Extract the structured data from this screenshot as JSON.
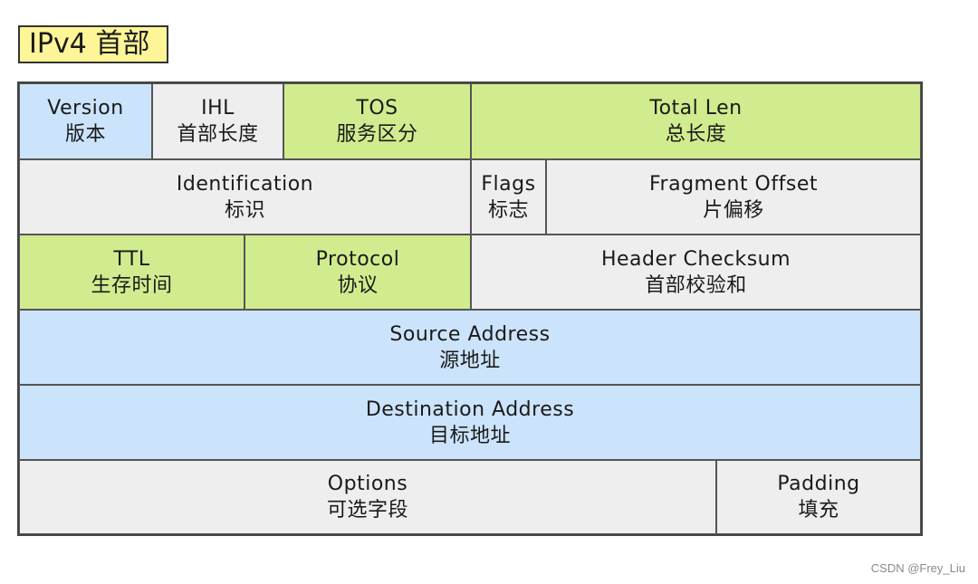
{
  "title": "IPv4 首部",
  "colors": {
    "title_bg": "#fdf597",
    "blue": "#cce4fb",
    "gray": "#eeeeee",
    "green": "#d1ec8e"
  },
  "fields": {
    "version": {
      "en": "Version",
      "zh": "版本",
      "color": "blue"
    },
    "ihl": {
      "en": "IHL",
      "zh": "首部长度",
      "color": "gray"
    },
    "tos": {
      "en": "TOS",
      "zh": "服务区分",
      "color": "green"
    },
    "total_len": {
      "en": "Total Len",
      "zh": "总长度",
      "color": "green"
    },
    "identification": {
      "en": "Identification",
      "zh": "标识",
      "color": "gray"
    },
    "flags": {
      "en": "Flags",
      "zh": "标志",
      "color": "gray"
    },
    "fragment_offset": {
      "en": "Fragment Offset",
      "zh": "片偏移",
      "color": "gray"
    },
    "ttl": {
      "en": "TTL",
      "zh": "生存时间",
      "color": "green"
    },
    "protocol": {
      "en": "Protocol",
      "zh": "协议",
      "color": "green"
    },
    "header_checksum": {
      "en": "Header Checksum",
      "zh": "首部校验和",
      "color": "gray"
    },
    "source_address": {
      "en": "Source Address",
      "zh": "源地址",
      "color": "blue"
    },
    "destination_address": {
      "en": "Destination Address",
      "zh": "目标地址",
      "color": "blue"
    },
    "options": {
      "en": "Options",
      "zh": "可选字段",
      "color": "gray"
    },
    "padding": {
      "en": "Padding",
      "zh": "填充",
      "color": "gray"
    }
  },
  "watermark": "CSDN @Frey_Liu"
}
